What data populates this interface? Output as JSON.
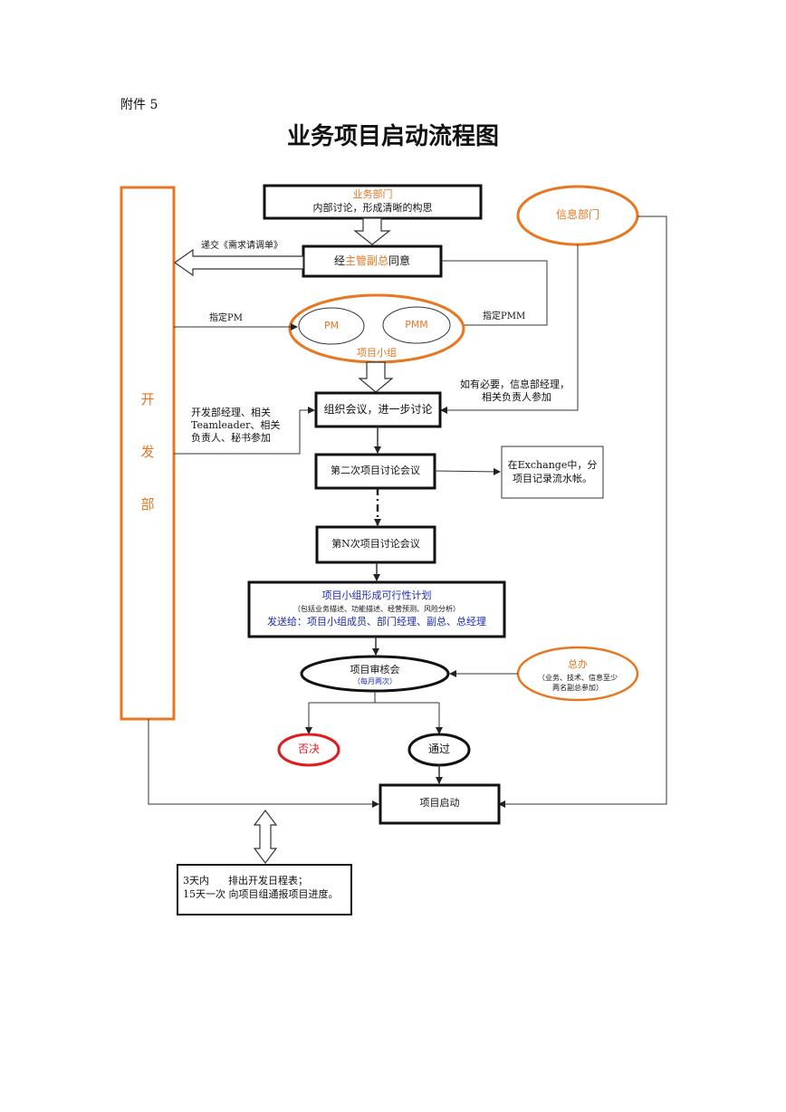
{
  "attachment_label": "附件 5",
  "title": "业务项目启动流程图",
  "colors": {
    "orange": "#e87722",
    "blue": "#1b2bb5",
    "red": "#e01b1b",
    "line": "#333333"
  },
  "nodes": {
    "business_dept": {
      "line1": "业务部门",
      "line2": "内部讨论，形成清晰的构思"
    },
    "approval": {
      "prefix": "经",
      "highlight": "主管副总",
      "suffix": "同意"
    },
    "info_dept": "信息部门",
    "pm": "PM",
    "pmm": "PMM",
    "project_team": "项目小组",
    "org_meeting": "组织会议，进一步讨论",
    "second_meeting": "第二次项目讨论会议",
    "exchange_note": {
      "line1": "在Exchange中，分",
      "line2": "项目记录流水帐。"
    },
    "nth_meeting": "第N次项目讨论会议",
    "feasibility": {
      "line1": "项目小组形成可行性计划",
      "line2": "（包括业务描述、功能描述、经营预测、风险分析）",
      "line3": "发送给：项目小组成员、部门经理、副总、总经理"
    },
    "review": {
      "line1": "项目审核会",
      "line2": "（每月两次）"
    },
    "general_office": {
      "line1": "总办",
      "line2": "（业务、技术、信息至少",
      "line3": "两名副总参加）"
    },
    "reject": "否决",
    "pass": "通过",
    "launch": "项目启动",
    "dev_dept": [
      "开",
      "发",
      "部"
    ],
    "schedule_note": {
      "line1": "3天内      排出开发日程表；",
      "line2": "15天一次 向项目组通报项目进度。"
    }
  },
  "labels": {
    "submit_request": "递交《需求请调单》",
    "assign_pm": "指定PM",
    "assign_pmm": "指定PMM",
    "info_note_1": "如有必要，信息部经理，",
    "info_note_2": "相关负责人参加",
    "dev_note": [
      "开发部经理、相关",
      "Teamleader、相关",
      "负责人、秘书参加"
    ]
  }
}
